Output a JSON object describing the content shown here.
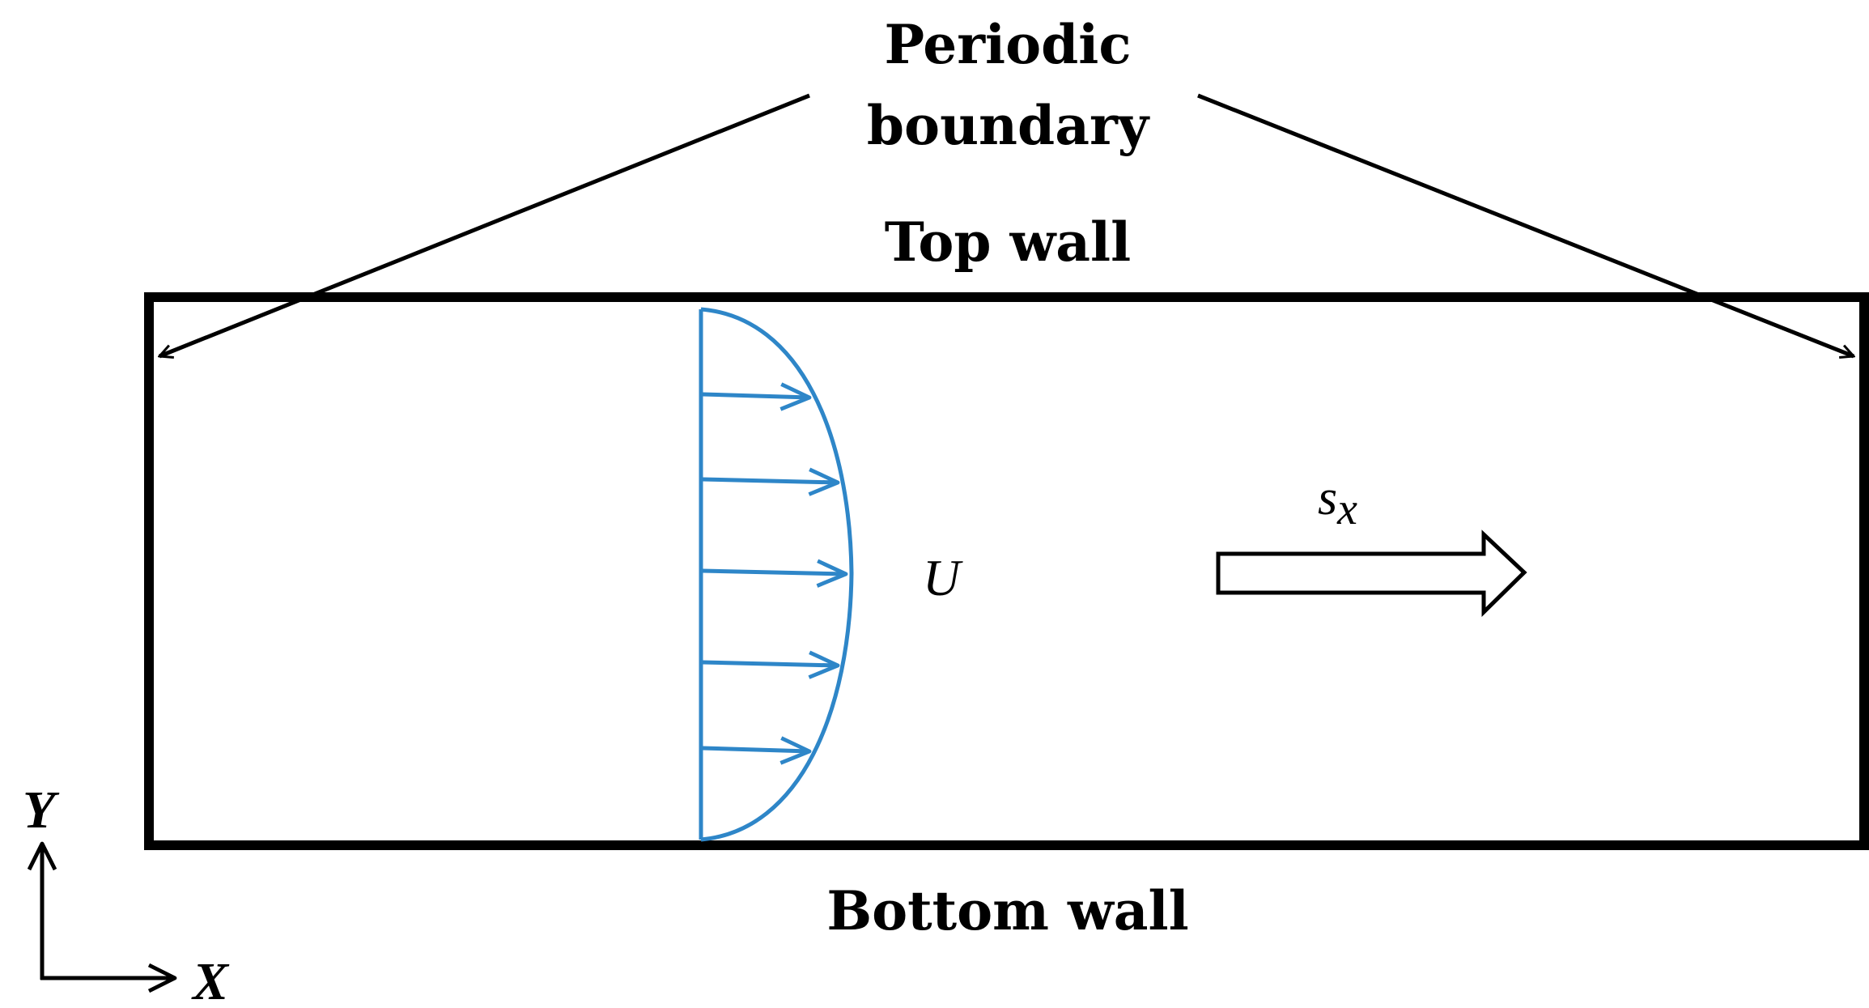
{
  "labels": {
    "periodic_line1": "Periodic",
    "periodic_line2": "boundary",
    "top_wall": "Top wall",
    "bottom_wall": "Bottom wall",
    "velocity": "U",
    "source_base": "s",
    "source_sub": "x",
    "axis_x": "X",
    "axis_y": "Y"
  },
  "colors": {
    "wall": "#000000",
    "velocity_profile": "#2E86C8",
    "text": "#000000"
  },
  "velocity_profile": {
    "shape": "parabolic",
    "arrow_count": 5
  }
}
